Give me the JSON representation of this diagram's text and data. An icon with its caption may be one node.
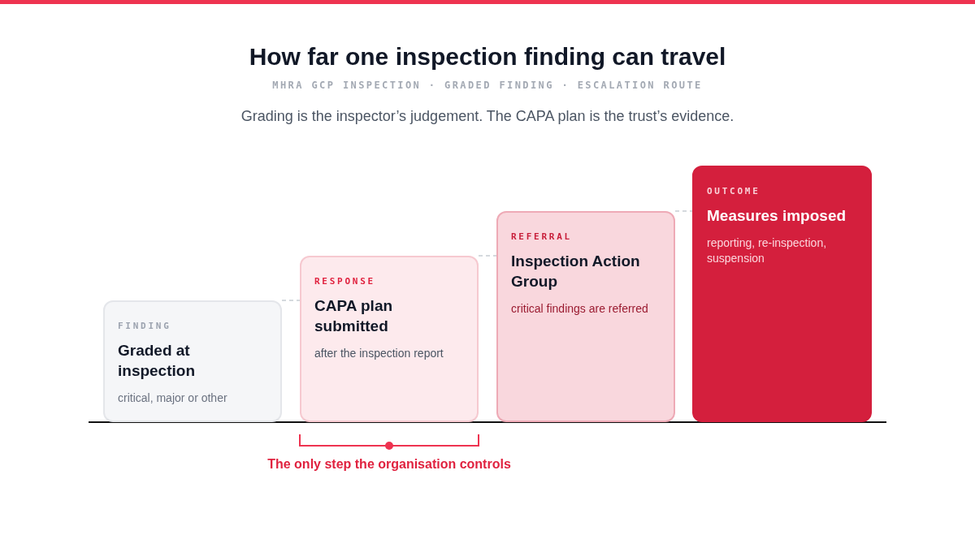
{
  "diagram": {
    "title": "How far one inspection finding can travel",
    "nodes": [
      {
        "text": [
          "FINDING",
          "Graded at inspection",
          "critical, major or other"
        ]
      },
      {
        "text": [
          "RESPONSE",
          "CAPA plan submitted",
          "after the inspection report"
        ]
      },
      {
        "text": [
          "REFERRAL",
          "Inspection Action Group",
          "critical findings are referred"
        ]
      },
      {
        "text": [
          "OUTCOME",
          "Measures imposed",
          "reporting, re-inspection, suspension"
        ]
      }
    ],
    "edges": [
      {
        "from": 0,
        "to": 1,
        "arrow": "none",
        "style": "dashed"
      },
      {
        "from": 1,
        "to": 2,
        "arrow": "none",
        "style": "dashed"
      },
      {
        "from": 2,
        "to": 3,
        "arrow": "none",
        "style": "dashed"
      }
    ],
    "labels": [
      "MHRA GCP INSPECTION · GRADED FINDING · ESCALATION ROUTE",
      "Grading is the inspector’s judgement. The CAPA plan is the trust’s evidence.",
      "The only step the organisation controls"
    ]
  }
}
